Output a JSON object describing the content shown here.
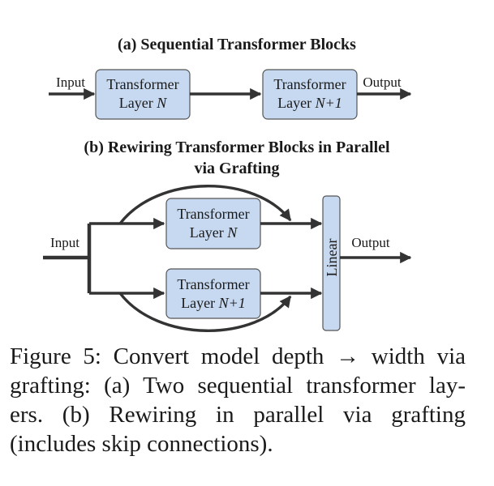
{
  "panel_a": {
    "title": "(a) Sequential Transformer Blocks",
    "input_label": "Input",
    "output_label": "Output",
    "box1": {
      "line1": "Transformer",
      "line2_prefix": "Layer ",
      "line2_var": "N"
    },
    "box2": {
      "line1": "Transformer",
      "line2_prefix": "Layer ",
      "line2_var": "N+1"
    }
  },
  "panel_b": {
    "title_line1": "(b) Rewiring Transformer Blocks in Parallel",
    "title_line2": "via Grafting",
    "input_label": "Input",
    "output_label": "Output",
    "linear_label": "Linear",
    "box1": {
      "line1": "Transformer",
      "line2_prefix": "Layer ",
      "line2_var": "N"
    },
    "box2": {
      "line1": "Transformer",
      "line2_prefix": "Layer ",
      "line2_var": "N+1"
    }
  },
  "caption": {
    "line1": "Figure 5: Convert model depth → width via",
    "line2": "grafting: (a) Two sequential transformer lay-",
    "line3": "ers.  (b) Rewiring in parallel via grafting",
    "line4": "(includes skip connections)."
  },
  "colors": {
    "box_fill": "#c6d9f1",
    "box_stroke": "#555555",
    "arrow": "#333333"
  }
}
